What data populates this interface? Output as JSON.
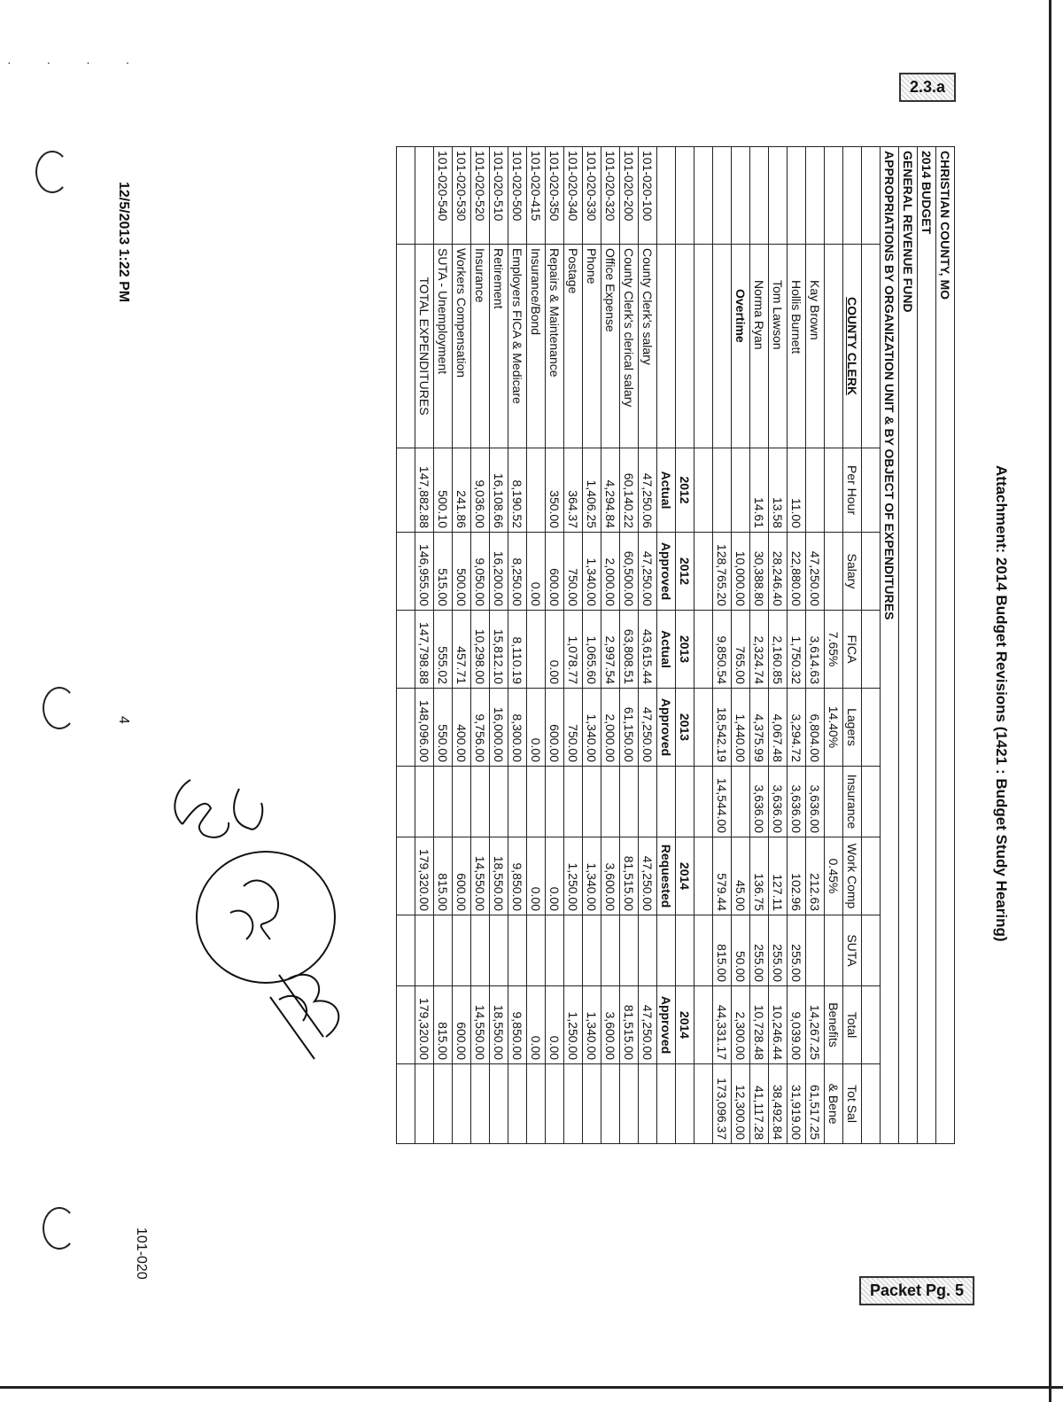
{
  "margin": {
    "timestamp": "12/5/2013 1:22 PM",
    "attachment": "Attachment: 2014 Budget Revisions (1421 : Budget Study Hearing)",
    "page_number": "4",
    "dept_code": "101-020",
    "stamp_top": "2.3.a",
    "stamp_bottom": "Packet Pg. 5"
  },
  "header": {
    "county": "CHRISTIAN COUNTY, MO",
    "budget": "2014 BUDGET",
    "fund": "GENERAL REVENUE FUND",
    "appropriations": "APPROPRIATIONS BY ORGANIZATION UNIT & BY OBJECT OF EXPENDITURES",
    "unit": "COUNTY CLERK"
  },
  "staff_headers": [
    "Per Hour",
    "Salary",
    "FICA",
    "Lagers",
    "Insurance",
    "Work Comp",
    "SUTA",
    "Total",
    "Tot Sal"
  ],
  "staff_headers2": [
    "",
    "",
    "7.65%",
    "14.40%",
    "",
    "0.45%",
    "",
    "Benefits",
    "& Bene"
  ],
  "staff": [
    {
      "name": "Kay Brown",
      "cells": [
        "",
        "47,250.00",
        "3,614.63",
        "6,804.00",
        "3,636.00",
        "212.63",
        "",
        "14,267.25",
        "61,517.25"
      ]
    },
    {
      "name": "Hollis Burnett",
      "cells": [
        "11.00",
        "22,880.00",
        "1,750.32",
        "3,294.72",
        "3,636.00",
        "102.96",
        "255.00",
        "9,039.00",
        "31,919.00"
      ]
    },
    {
      "name": "Tom Lawson",
      "cells": [
        "13.58",
        "28,246.40",
        "2,160.85",
        "4,067.48",
        "3,636.00",
        "127.11",
        "255.00",
        "10,246.44",
        "38,492.84"
      ]
    },
    {
      "name": "Norma Ryan",
      "cells": [
        "14.61",
        "30,388.80",
        "2,324.74",
        "4,375.99",
        "3,636.00",
        "136.75",
        "255.00",
        "10,728.48",
        "41,117.28"
      ]
    },
    {
      "name": "Overtime",
      "cells": [
        "",
        "10,000.00",
        "765.00",
        "1,440.00",
        "",
        "45.00",
        "50.00",
        "2,300.00",
        "12,300.00"
      ]
    }
  ],
  "staff_totals": [
    "",
    "128,765.20",
    "9,850.54",
    "18,542.19",
    "14,544.00",
    "579.44",
    "815.00",
    "44,331.17",
    "173,096.37"
  ],
  "exp_years": [
    "2012",
    "2012",
    "2013",
    "2013",
    "",
    "2014",
    "",
    "2014"
  ],
  "exp_types": [
    "Actual",
    "Approved",
    "Actual",
    "Approved",
    "",
    "Requested",
    "",
    "Approved"
  ],
  "expenditures": [
    {
      "code": "101-020-100",
      "desc": "County Clerk's salary",
      "vals": [
        "47,250.06",
        "47,250.00",
        "43,615.44",
        "47,250.00",
        "",
        "47,250.00",
        "",
        "47,250.00"
      ]
    },
    {
      "code": "101-020-200",
      "desc": "County Clerk's clerical salary",
      "vals": [
        "60,140.22",
        "60,500.00",
        "63,808.51",
        "61,150.00",
        "",
        "81,515.00",
        "",
        "81,515.00"
      ]
    },
    {
      "code": "101-020-320",
      "desc": "Office Expense",
      "vals": [
        "4,294.84",
        "2,000.00",
        "2,997.54",
        "2,000.00",
        "",
        "3,600.00",
        "",
        "3,600.00"
      ]
    },
    {
      "code": "101-020-330",
      "desc": "Phone",
      "vals": [
        "1,406.25",
        "1,340.00",
        "1,065.60",
        "1,340.00",
        "",
        "1,340.00",
        "",
        "1,340.00"
      ]
    },
    {
      "code": "101-020-340",
      "desc": "Postage",
      "vals": [
        "364.37",
        "750.00",
        "1,078.77",
        "750.00",
        "",
        "1,250.00",
        "",
        "1,250.00"
      ]
    },
    {
      "code": "101-020-350",
      "desc": "Repairs & Maintenance",
      "vals": [
        "350.00",
        "600.00",
        "0.00",
        "600.00",
        "",
        "0.00",
        "",
        "0.00"
      ]
    },
    {
      "code": "101-020-415",
      "desc": "Insurance/Bond",
      "vals": [
        "",
        "0.00",
        "",
        "0.00",
        "",
        "0.00",
        "",
        "0.00"
      ]
    },
    {
      "code": "101-020-500",
      "desc": "Employers FICA & Medicare",
      "vals": [
        "8,190.52",
        "8,250.00",
        "8,110.19",
        "8,300.00",
        "",
        "9,850.00",
        "",
        "9,850.00"
      ]
    },
    {
      "code": "101-020-510",
      "desc": "Retirement",
      "vals": [
        "16,108.66",
        "16,200.00",
        "15,812.10",
        "16,000.00",
        "",
        "18,550.00",
        "",
        "18,550.00"
      ]
    },
    {
      "code": "101-020-520",
      "desc": "Insurance",
      "vals": [
        "9,036.00",
        "9,050.00",
        "10,298.00",
        "9,756.00",
        "",
        "14,550.00",
        "",
        "14,550.00"
      ]
    },
    {
      "code": "101-020-530",
      "desc": "Workers Compensation",
      "vals": [
        "241.86",
        "500.00",
        "457.71",
        "400.00",
        "",
        "600.00",
        "",
        "600.00"
      ]
    },
    {
      "code": "101-020-540",
      "desc": "SUTA - Unemployment",
      "vals": [
        "500.10",
        "515.00",
        "555.02",
        "550.00",
        "",
        "815.00",
        "",
        "815.00"
      ]
    }
  ],
  "total_label": "TOTAL EXPENDITURES",
  "total_vals": [
    "147,882.88",
    "146,955.00",
    "147,798.88",
    "148,096.00",
    "",
    "179,320.00",
    "",
    "179,320.00"
  ]
}
